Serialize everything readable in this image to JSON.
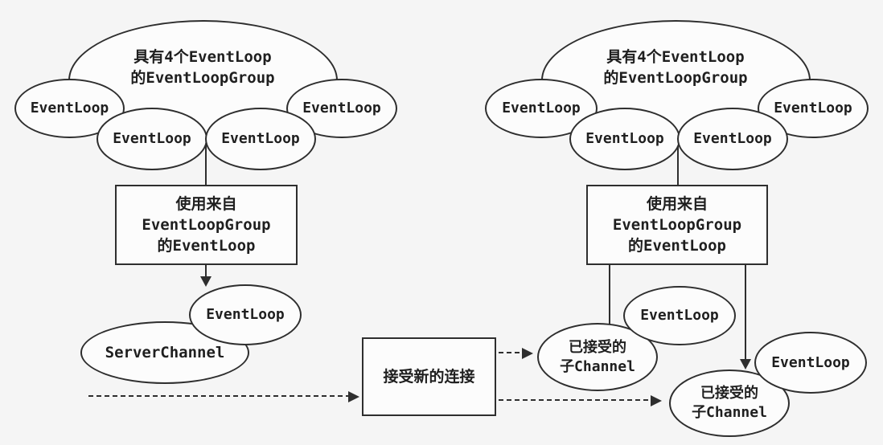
{
  "labels": {
    "group_title_line1": "具有4个EventLoop",
    "group_title_line2": "的EventLoopGroup",
    "eventloop": "EventLoop",
    "use_box_line1": "使用来自",
    "use_box_line2": "EventLoopGroup",
    "use_box_line3": "的EventLoop",
    "server_channel": "ServerChannel",
    "accept_box": "接受新的连接",
    "accepted_channel_line1": "已接受的",
    "accepted_channel_line2": "子Channel"
  },
  "colors": {
    "line": "#2e2e2e",
    "text": "#1f1f1f",
    "background": "#f5f5f5",
    "shape_fill": "#fcfcfc"
  }
}
